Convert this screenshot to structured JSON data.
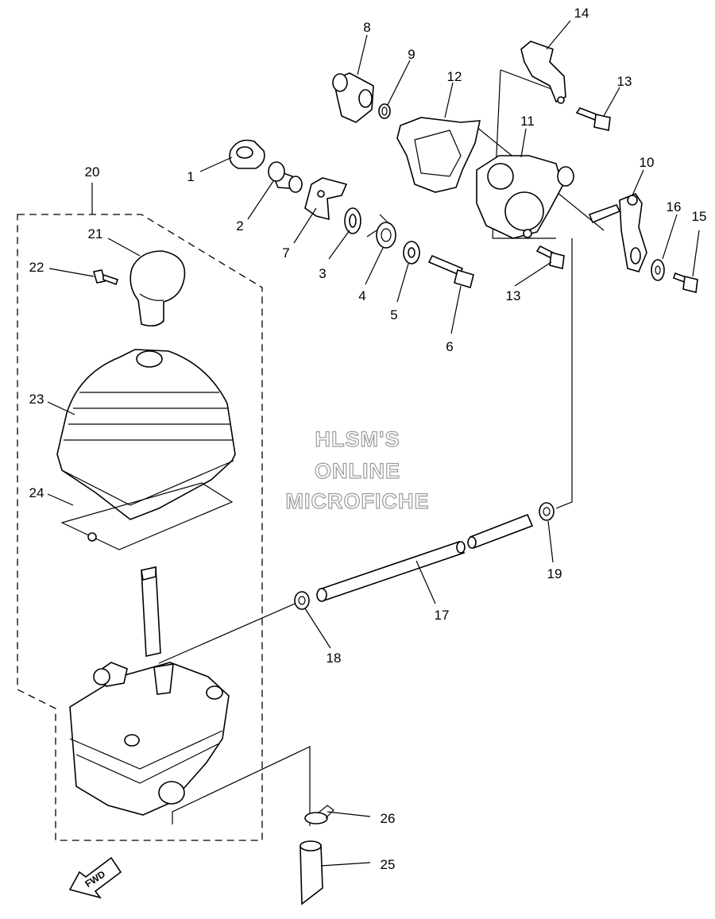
{
  "watermark": {
    "line1": "HLSM'S",
    "line2": "ONLINE",
    "line3": "MICROFICHE"
  },
  "direction_arrow": {
    "label": "FWD"
  },
  "callouts": {
    "c1": "1",
    "c2": "2",
    "c3": "3",
    "c4": "4",
    "c5": "5",
    "c6": "6",
    "c7": "7",
    "c8": "8",
    "c9": "9",
    "c10": "10",
    "c11": "11",
    "c12": "12",
    "c13a": "13",
    "c13b": "13",
    "c14": "14",
    "c15": "15",
    "c16": "16",
    "c17": "17",
    "c18": "18",
    "c19": "19",
    "c20": "20",
    "c21": "21",
    "c22": "22",
    "c23": "23",
    "c24": "24",
    "c25": "25",
    "c26": "26"
  }
}
